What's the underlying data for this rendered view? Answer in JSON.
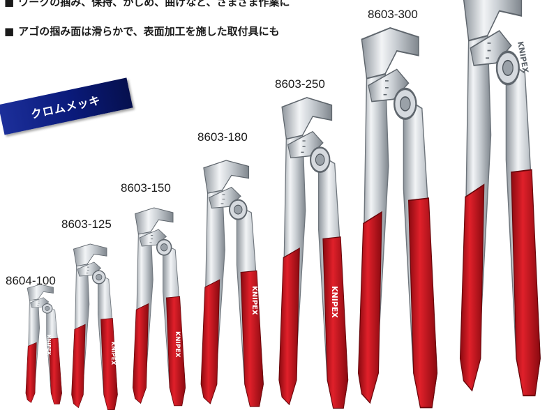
{
  "bullets": [
    {
      "marker": "■",
      "text": "ワークの掴み、保持、かしめ、曲げなど、さまざま作業に"
    },
    {
      "marker": "■",
      "text": "アゴの掴み面は滑らかで、表面加工を施した取付具にも"
    }
  ],
  "badge": {
    "text": "クロムメッキ"
  },
  "models": [
    {
      "label": "8604-100",
      "brand": "KNIPEX"
    },
    {
      "label": "8603-125",
      "brand": "KNIPEX"
    },
    {
      "label": "8603-150",
      "brand": "KNIPEX"
    },
    {
      "label": "8603-180",
      "brand": "KNIPEX"
    },
    {
      "label": "8603-250",
      "brand": "KNIPEX"
    },
    {
      "label": "8603-300",
      "brand": "KNIPEX"
    },
    {
      "label": "",
      "brand": "KNIPEX"
    }
  ],
  "colors": {
    "handle": "#c8121c",
    "handle_dark": "#8a0a10",
    "chrome_light": "#f2f4f6",
    "chrome_mid": "#c9ced3",
    "chrome_dark": "#8e959c",
    "badge_blue": "#0a1a7a"
  }
}
